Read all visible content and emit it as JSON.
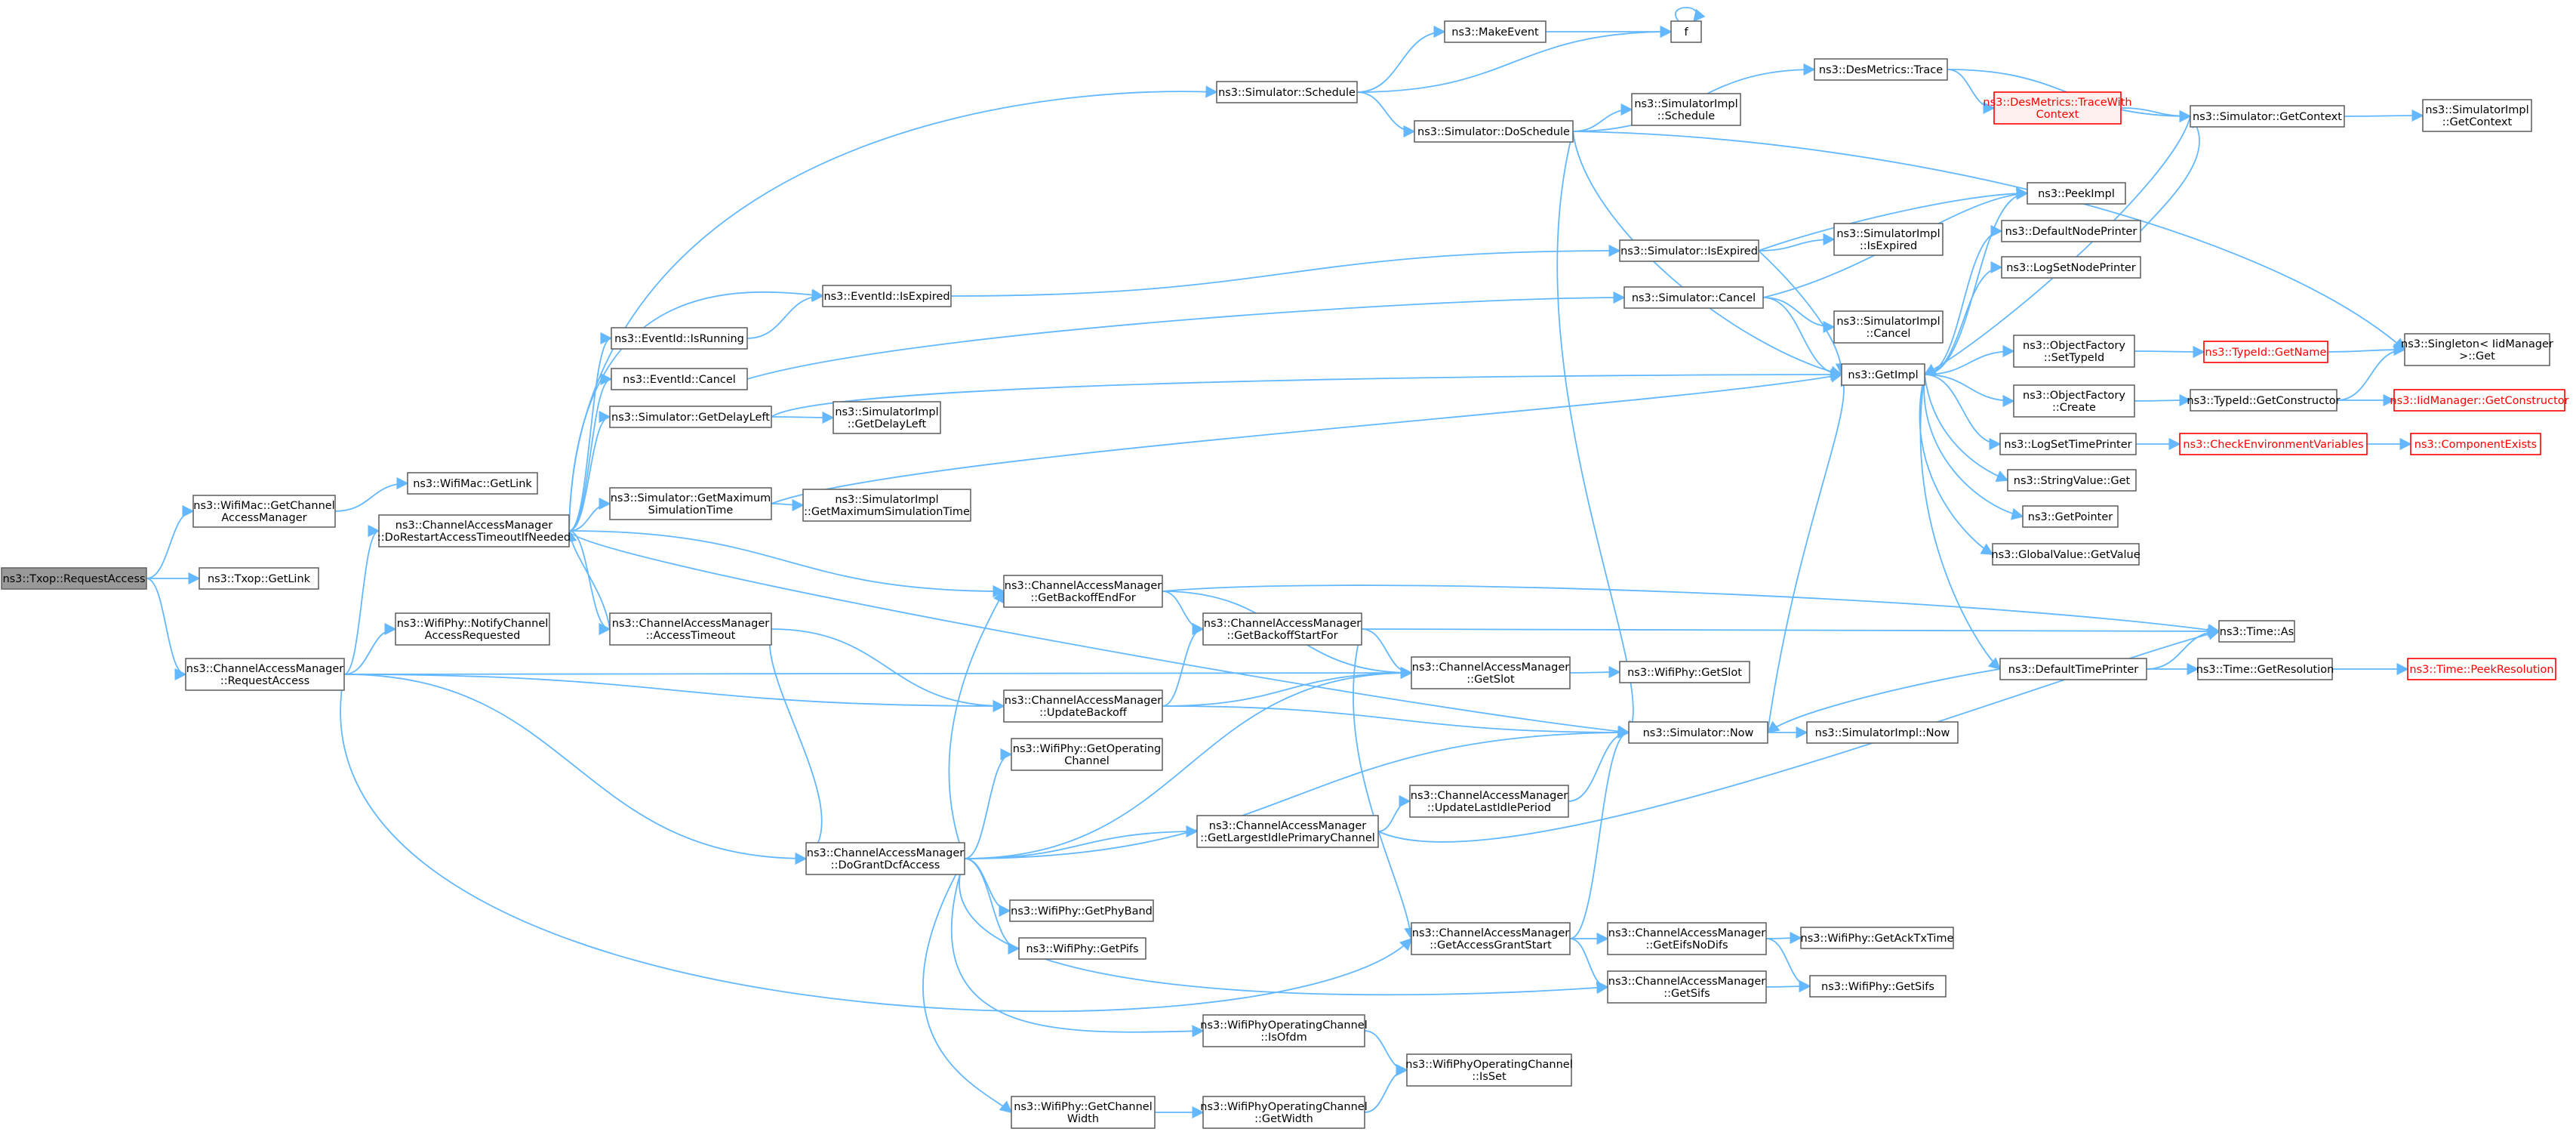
{
  "diagram": {
    "edge_color": "#63b8ff",
    "nodes": [
      {
        "id": "root",
        "lines": [
          "ns3::Txop::RequestAccess"
        ],
        "style": "root"
      },
      {
        "id": "wmgca",
        "lines": [
          "ns3::WifiMac::GetChannel",
          "AccessManager"
        ]
      },
      {
        "id": "txgl",
        "lines": [
          "ns3::Txop::GetLink"
        ]
      },
      {
        "id": "camra",
        "lines": [
          "ns3::ChannelAccessManager",
          "::RequestAccess"
        ]
      },
      {
        "id": "wmgl",
        "lines": [
          "ns3::WifiMac::GetLink"
        ]
      },
      {
        "id": "drat",
        "lines": [
          "ns3::ChannelAccessManager",
          "::DoRestartAccessTimeoutIfNeeded"
        ]
      },
      {
        "id": "wpncar",
        "lines": [
          "ns3::WifiPhy::NotifyChannel",
          "AccessRequested"
        ]
      },
      {
        "id": "eiir",
        "lines": [
          "ns3::EventId::IsRunning"
        ]
      },
      {
        "id": "eic",
        "lines": [
          "ns3::EventId::Cancel"
        ]
      },
      {
        "id": "sgdl",
        "lines": [
          "ns3::Simulator::GetDelayLeft"
        ]
      },
      {
        "id": "sgmst",
        "lines": [
          "ns3::Simulator::GetMaximum",
          "SimulationTime"
        ]
      },
      {
        "id": "camat",
        "lines": [
          "ns3::ChannelAccessManager",
          "::AccessTimeout"
        ]
      },
      {
        "id": "eiie",
        "lines": [
          "ns3::EventId::IsExpired"
        ]
      },
      {
        "id": "sigdl",
        "lines": [
          "ns3::SimulatorImpl",
          "::GetDelayLeft"
        ]
      },
      {
        "id": "sigmst",
        "lines": [
          "ns3::SimulatorImpl",
          "::GetMaximumSimulationTime"
        ]
      },
      {
        "id": "ssch",
        "lines": [
          "ns3::Simulator::Schedule"
        ]
      },
      {
        "id": "me",
        "lines": [
          "ns3::MakeEvent"
        ]
      },
      {
        "id": "f",
        "lines": [
          "f"
        ]
      },
      {
        "id": "sds",
        "lines": [
          "ns3::Simulator::DoSchedule"
        ]
      },
      {
        "id": "sis",
        "lines": [
          "ns3::SimulatorImpl",
          "::Schedule"
        ]
      },
      {
        "id": "dmt",
        "lines": [
          "ns3::DesMetrics::Trace"
        ]
      },
      {
        "id": "dmtwc",
        "lines": [
          "ns3::DesMetrics::TraceWith",
          "Context"
        ],
        "style": "pink"
      },
      {
        "id": "sgc",
        "lines": [
          "ns3::Simulator::GetContext"
        ]
      },
      {
        "id": "sigc",
        "lines": [
          "ns3::SimulatorImpl",
          "::GetContext"
        ]
      },
      {
        "id": "sie",
        "lines": [
          "ns3::Simulator::IsExpired"
        ]
      },
      {
        "id": "siie",
        "lines": [
          "ns3::SimulatorImpl",
          "::IsExpired"
        ]
      },
      {
        "id": "sc",
        "lines": [
          "ns3::Simulator::Cancel"
        ]
      },
      {
        "id": "sic",
        "lines": [
          "ns3::SimulatorImpl",
          "::Cancel"
        ]
      },
      {
        "id": "pi",
        "lines": [
          "ns3::PeekImpl"
        ]
      },
      {
        "id": "dnp",
        "lines": [
          "ns3::DefaultNodePrinter"
        ]
      },
      {
        "id": "lsnp",
        "lines": [
          "ns3::LogSetNodePrinter"
        ]
      },
      {
        "id": "gi",
        "lines": [
          "ns3::GetImpl"
        ]
      },
      {
        "id": "ofst",
        "lines": [
          "ns3::ObjectFactory",
          "::SetTypeId"
        ]
      },
      {
        "id": "tgn",
        "lines": [
          "ns3::TypeId::GetName"
        ],
        "style": "red"
      },
      {
        "id": "sg",
        "lines": [
          "ns3::Singleton< IidManager",
          ">::Get"
        ]
      },
      {
        "id": "ofc",
        "lines": [
          "ns3::ObjectFactory",
          "::Create"
        ]
      },
      {
        "id": "tgc",
        "lines": [
          "ns3::TypeId::GetConstructor"
        ]
      },
      {
        "id": "imgc",
        "lines": [
          "ns3::IidManager::GetConstructor"
        ],
        "style": "red"
      },
      {
        "id": "lstp",
        "lines": [
          "ns3::LogSetTimePrinter"
        ]
      },
      {
        "id": "cev",
        "lines": [
          "ns3::CheckEnvironmentVariables"
        ],
        "style": "red"
      },
      {
        "id": "ce",
        "lines": [
          "ns3::ComponentExists"
        ],
        "style": "red"
      },
      {
        "id": "svg",
        "lines": [
          "ns3::StringValue::Get"
        ]
      },
      {
        "id": "gp",
        "lines": [
          "ns3::GetPointer"
        ]
      },
      {
        "id": "gvgv",
        "lines": [
          "ns3::GlobalValue::GetValue"
        ]
      },
      {
        "id": "ta",
        "lines": [
          "ns3::Time::As"
        ]
      },
      {
        "id": "dtp",
        "lines": [
          "ns3::DefaultTimePrinter"
        ]
      },
      {
        "id": "tgr",
        "lines": [
          "ns3::Time::GetResolution"
        ]
      },
      {
        "id": "tpr",
        "lines": [
          "ns3::Time::PeekResolution"
        ],
        "style": "red"
      },
      {
        "id": "sn",
        "lines": [
          "ns3::Simulator::Now"
        ]
      },
      {
        "id": "sin",
        "lines": [
          "ns3::SimulatorImpl::Now"
        ]
      },
      {
        "id": "gbef",
        "lines": [
          "ns3::ChannelAccessManager",
          "::GetBackoffEndFor"
        ]
      },
      {
        "id": "gbsf",
        "lines": [
          "ns3::ChannelAccessManager",
          "::GetBackoffStartFor"
        ]
      },
      {
        "id": "gs",
        "lines": [
          "ns3::ChannelAccessManager",
          "::GetSlot"
        ]
      },
      {
        "id": "wpgs",
        "lines": [
          "ns3::WifiPhy::GetSlot"
        ]
      },
      {
        "id": "ub",
        "lines": [
          "ns3::ChannelAccessManager",
          "::UpdateBackoff"
        ]
      },
      {
        "id": "wpgoc",
        "lines": [
          "ns3::WifiPhy::GetOperating",
          "Channel"
        ]
      },
      {
        "id": "gda",
        "lines": [
          "ns3::ChannelAccessManager",
          "::DoGrantDcfAccess"
        ]
      },
      {
        "id": "glipc",
        "lines": [
          "ns3::ChannelAccessManager",
          "::GetLargestIdlePrimaryChannel"
        ]
      },
      {
        "id": "ulip",
        "lines": [
          "ns3::ChannelAccessManager",
          "::UpdateLastIdlePeriod"
        ]
      },
      {
        "id": "wpgpb",
        "lines": [
          "ns3::WifiPhy::GetPhyBand"
        ]
      },
      {
        "id": "wpgp",
        "lines": [
          "ns3::WifiPhy::GetPifs"
        ]
      },
      {
        "id": "gags",
        "lines": [
          "ns3::ChannelAccessManager",
          "::GetAccessGrantStart"
        ]
      },
      {
        "id": "gend",
        "lines": [
          "ns3::ChannelAccessManager",
          "::GetEifsNoDifs"
        ]
      },
      {
        "id": "wpgatt",
        "lines": [
          "ns3::WifiPhy::GetAckTxTime"
        ]
      },
      {
        "id": "gsifs",
        "lines": [
          "ns3::ChannelAccessManager",
          "::GetSifs"
        ]
      },
      {
        "id": "wpgsifs",
        "lines": [
          "ns3::WifiPhy::GetSifs"
        ]
      },
      {
        "id": "wociso",
        "lines": [
          "ns3::WifiPhyOperatingChannel",
          "::IsOfdm"
        ]
      },
      {
        "id": "wocis",
        "lines": [
          "ns3::WifiPhyOperatingChannel",
          "::IsSet"
        ]
      },
      {
        "id": "wpgcw",
        "lines": [
          "ns3::WifiPhy::GetChannel",
          "Width"
        ]
      },
      {
        "id": "wocgw",
        "lines": [
          "ns3::WifiPhyOperatingChannel",
          "::GetWidth"
        ]
      }
    ],
    "edges": [
      [
        "root",
        "wmgca"
      ],
      [
        "root",
        "txgl"
      ],
      [
        "root",
        "camra"
      ],
      [
        "wmgca",
        "wmgl"
      ],
      [
        "camra",
        "drat"
      ],
      [
        "camra",
        "wpncar"
      ],
      [
        "camra",
        "gs"
      ],
      [
        "camra",
        "ub"
      ],
      [
        "camra",
        "gda"
      ],
      [
        "camra",
        "gags"
      ],
      [
        "drat",
        "eiir"
      ],
      [
        "drat",
        "eic"
      ],
      [
        "drat",
        "sgdl"
      ],
      [
        "drat",
        "sgmst"
      ],
      [
        "drat",
        "camat"
      ],
      [
        "drat",
        "eiie"
      ],
      [
        "drat",
        "ssch"
      ],
      [
        "drat",
        "gbef"
      ],
      [
        "drat",
        "sn"
      ],
      [
        "eiir",
        "eiie"
      ],
      [
        "eiie",
        "sie"
      ],
      [
        "eic",
        "sc"
      ],
      [
        "sgdl",
        "sigdl"
      ],
      [
        "sgdl",
        "gi"
      ],
      [
        "sgmst",
        "sigmst"
      ],
      [
        "sgmst",
        "gi"
      ],
      [
        "camat",
        "drat"
      ],
      [
        "camat",
        "ub"
      ],
      [
        "camat",
        "gda"
      ],
      [
        "ssch",
        "me"
      ],
      [
        "ssch",
        "f"
      ],
      [
        "ssch",
        "sds"
      ],
      [
        "me",
        "f"
      ],
      [
        "f",
        "f"
      ],
      [
        "sds",
        "sis"
      ],
      [
        "sds",
        "dmt"
      ],
      [
        "sds",
        "gi"
      ],
      [
        "sds",
        "sn"
      ],
      [
        "sds",
        "sg"
      ],
      [
        "dmt",
        "dmtwc"
      ],
      [
        "dmt",
        "sgc"
      ],
      [
        "dmtwc",
        "sgc"
      ],
      [
        "sgc",
        "sigc"
      ],
      [
        "sgc",
        "gi"
      ],
      [
        "sie",
        "siie"
      ],
      [
        "sie",
        "pi"
      ],
      [
        "sie",
        "gi"
      ],
      [
        "sc",
        "sic"
      ],
      [
        "sc",
        "pi"
      ],
      [
        "sc",
        "gi"
      ],
      [
        "gi",
        "pi"
      ],
      [
        "gi",
        "dnp"
      ],
      [
        "gi",
        "lsnp"
      ],
      [
        "gi",
        "ofst"
      ],
      [
        "gi",
        "ofc"
      ],
      [
        "gi",
        "lstp"
      ],
      [
        "gi",
        "svg"
      ],
      [
        "gi",
        "gp"
      ],
      [
        "gi",
        "gvgv"
      ],
      [
        "gi",
        "dtp"
      ],
      [
        "dnp",
        "sgc"
      ],
      [
        "ofst",
        "tgn"
      ],
      [
        "tgn",
        "sg"
      ],
      [
        "ofc",
        "tgc"
      ],
      [
        "tgc",
        "sg"
      ],
      [
        "tgc",
        "imgc"
      ],
      [
        "lstp",
        "cev"
      ],
      [
        "cev",
        "ce"
      ],
      [
        "dtp",
        "ta"
      ],
      [
        "dtp",
        "tgr"
      ],
      [
        "dtp",
        "sn"
      ],
      [
        "tgr",
        "tpr"
      ],
      [
        "sn",
        "sin"
      ],
      [
        "sn",
        "gi"
      ],
      [
        "gbef",
        "gbsf"
      ],
      [
        "gbef",
        "gs"
      ],
      [
        "gbef",
        "ta"
      ],
      [
        "gbsf",
        "gs"
      ],
      [
        "gbsf",
        "ta"
      ],
      [
        "gbsf",
        "gags"
      ],
      [
        "gs",
        "wpgs"
      ],
      [
        "ub",
        "gbsf"
      ],
      [
        "ub",
        "gs"
      ],
      [
        "ub",
        "sn"
      ],
      [
        "gda",
        "gbef"
      ],
      [
        "gda",
        "wpgoc"
      ],
      [
        "gda",
        "gs"
      ],
      [
        "gda",
        "glipc"
      ],
      [
        "gda",
        "sn"
      ],
      [
        "gda",
        "wpgpb"
      ],
      [
        "gda",
        "wpgp"
      ],
      [
        "gda",
        "gsifs"
      ],
      [
        "gda",
        "wociso"
      ],
      [
        "gda",
        "wpgcw"
      ],
      [
        "glipc",
        "ulip"
      ],
      [
        "glipc",
        "ta"
      ],
      [
        "ulip",
        "sn"
      ],
      [
        "gags",
        "gend"
      ],
      [
        "gags",
        "gsifs"
      ],
      [
        "gags",
        "sn"
      ],
      [
        "gend",
        "wpgatt"
      ],
      [
        "gend",
        "wpgsifs"
      ],
      [
        "gsifs",
        "wpgsifs"
      ],
      [
        "wociso",
        "wocis"
      ],
      [
        "wpgcw",
        "wocgw"
      ],
      [
        "wocgw",
        "wocis"
      ]
    ]
  }
}
